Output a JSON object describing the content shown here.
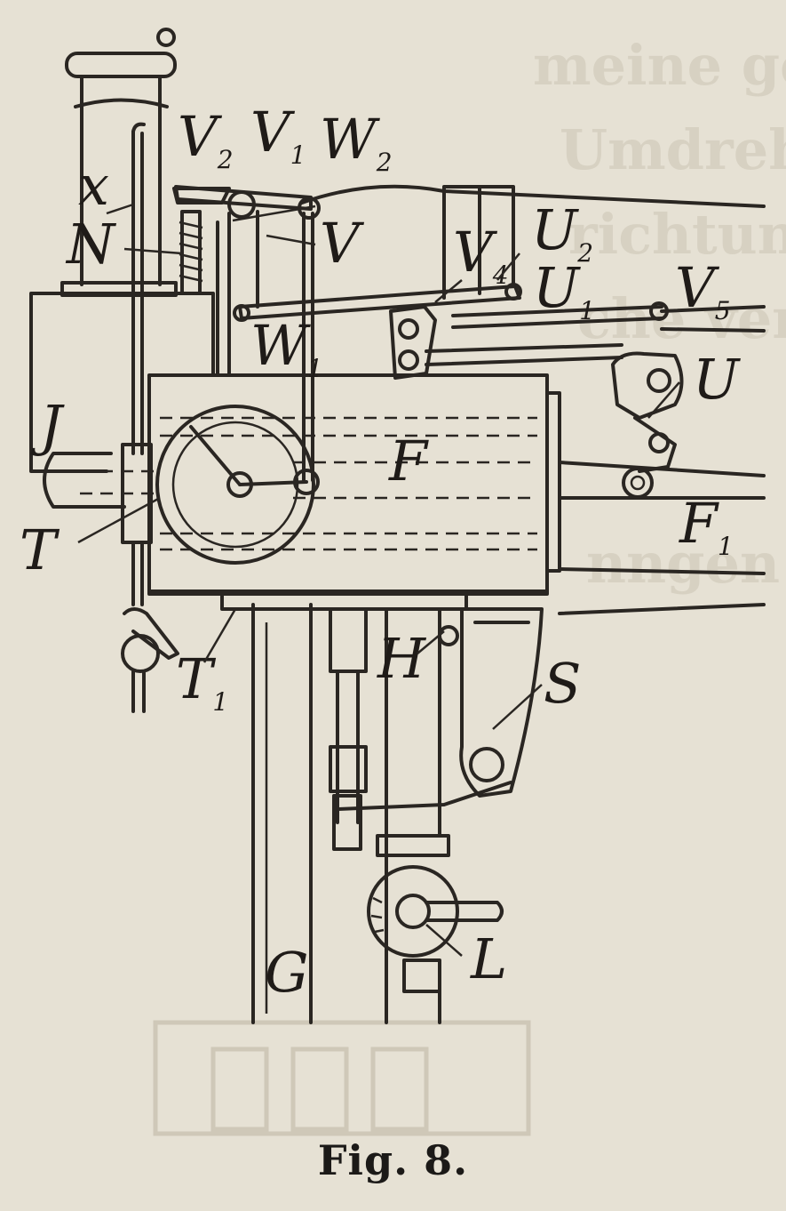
{
  "figure": {
    "caption": "Fig. 8."
  },
  "bleed_through": [
    "meine geändert wird. Di",
    "Umdrehung",
    "richtung",
    "che verlg",
    "nngen"
  ],
  "labels": [
    {
      "id": "v2",
      "letter": "V",
      "sub": "2"
    },
    {
      "id": "v1",
      "letter": "V",
      "sub": "1"
    },
    {
      "id": "w2",
      "letter": "W",
      "sub": "2"
    },
    {
      "id": "x",
      "letter": "x",
      "sub": ""
    },
    {
      "id": "n",
      "letter": "N",
      "sub": ""
    },
    {
      "id": "v",
      "letter": "V",
      "sub": ""
    },
    {
      "id": "v4",
      "letter": "V",
      "sub": "4"
    },
    {
      "id": "u2",
      "letter": "U",
      "sub": "2"
    },
    {
      "id": "u1",
      "letter": "U",
      "sub": "1"
    },
    {
      "id": "v5",
      "letter": "V",
      "sub": "5"
    },
    {
      "id": "u",
      "letter": "U",
      "sub": ""
    },
    {
      "id": "w1",
      "letter": "W",
      "sub": "1"
    },
    {
      "id": "j",
      "letter": "J",
      "sub": ""
    },
    {
      "id": "f",
      "letter": "F",
      "sub": ""
    },
    {
      "id": "f1",
      "letter": "F",
      "sub": "1"
    },
    {
      "id": "t",
      "letter": "T",
      "sub": ""
    },
    {
      "id": "t1",
      "letter": "T",
      "sub": "1"
    },
    {
      "id": "h",
      "letter": "H",
      "sub": ""
    },
    {
      "id": "s",
      "letter": "S",
      "sub": ""
    },
    {
      "id": "g",
      "letter": "G",
      "sub": ""
    },
    {
      "id": "l",
      "letter": "L",
      "sub": ""
    }
  ]
}
